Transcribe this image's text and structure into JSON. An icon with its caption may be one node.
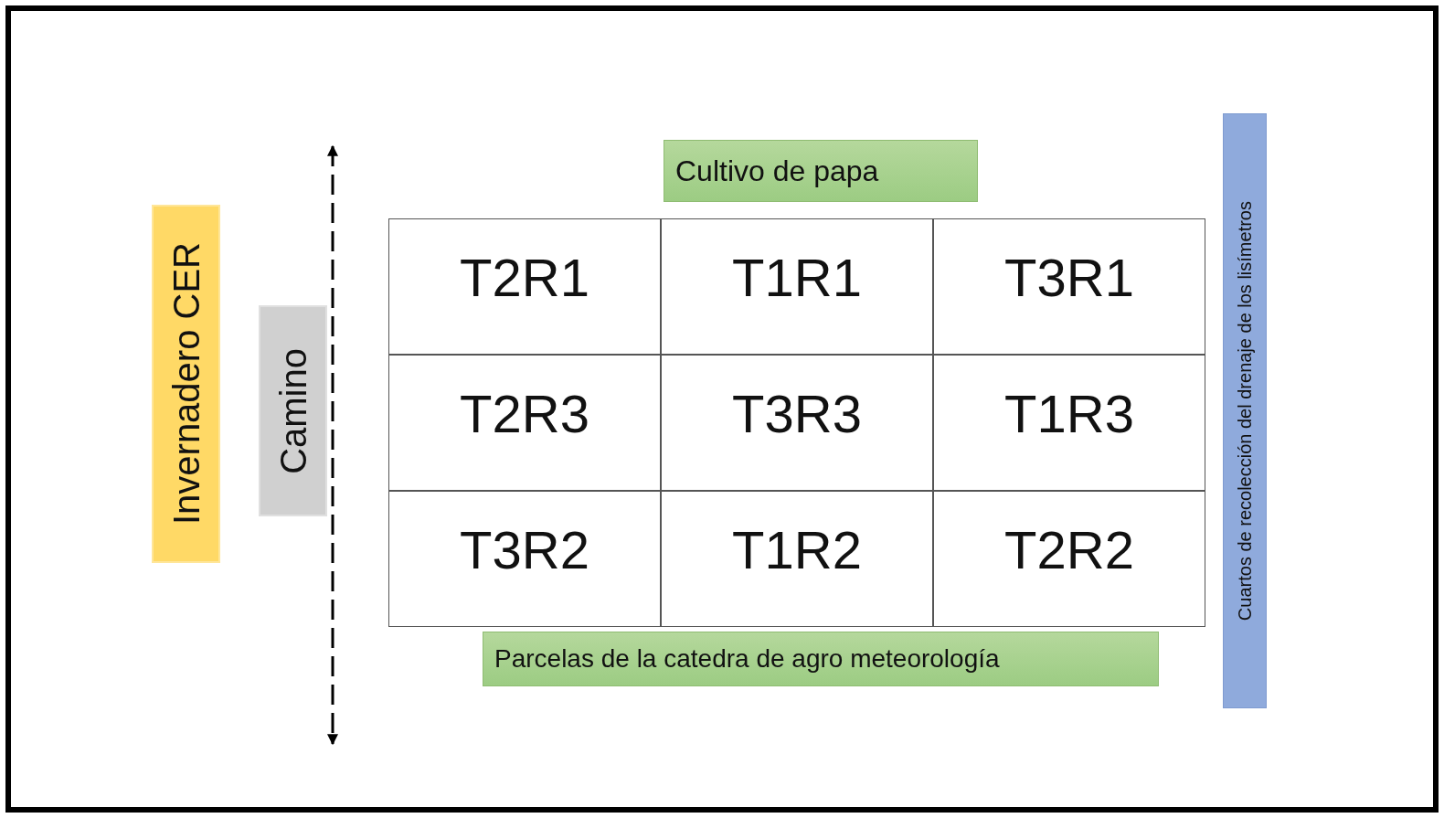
{
  "diagram": {
    "nodes": [
      {
        "text": [
          "Invernadero CER"
        ]
      },
      {
        "text": [
          "Camino"
        ]
      },
      {
        "text": [
          "Cultivo de papa"
        ]
      },
      {
        "text": [
          "T2R1"
        ]
      },
      {
        "text": [
          "T1R1"
        ]
      },
      {
        "text": [
          "T3R1"
        ]
      },
      {
        "text": [
          "T2R3"
        ]
      },
      {
        "text": [
          "T3R3"
        ]
      },
      {
        "text": [
          "T1R3"
        ]
      },
      {
        "text": [
          "T3R2"
        ]
      },
      {
        "text": [
          "T1R2"
        ]
      },
      {
        "text": [
          "T2R2"
        ]
      },
      {
        "text": [
          "Parcelas de la catedra de agro meteorología"
        ]
      },
      {
        "text": [
          "Cuartos de recolección del drenaje de los lisímetros"
        ]
      }
    ]
  }
}
